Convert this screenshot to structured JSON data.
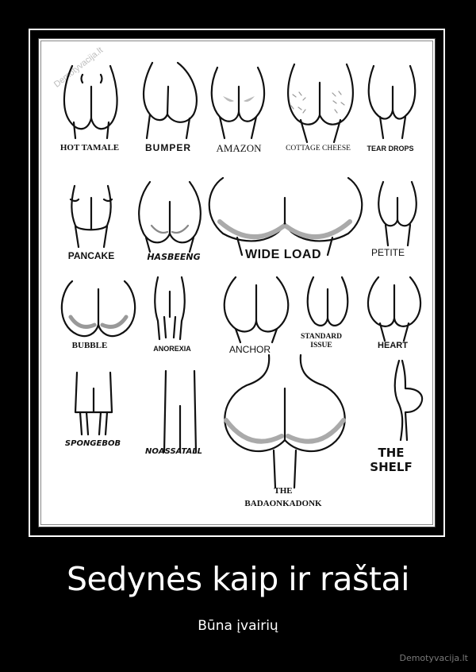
{
  "watermark": "Demotyvacija.lt",
  "labels": {
    "hot_tamale": "HOT TAMALE",
    "bumper": "BUMPER",
    "amazon": "AMAZON",
    "cottage_cheese": "COTTAGE CHEESE",
    "tear_drops": "TEAR DROPS",
    "pancake": "PANCAKE",
    "hasbeeng": "HASBEENG",
    "wide_load": "WIDE LOAD",
    "petite": "PETITE",
    "bubble": "BUBBLE",
    "anorexia": "ANOREXIA",
    "anchor": "ANCHOR",
    "standard_issue_1": "STANDARD",
    "standard_issue_2": "ISSUE",
    "heart": "HEART",
    "spongebob": "SPONGEBOB",
    "noassatall": "NOASSATALL",
    "badaonkadonk_1": "THE",
    "badaonkadonk_2": "BADAONKADONK",
    "the_shelf_1": "THE",
    "the_shelf_2": "SHELF"
  },
  "caption": {
    "title": "Sedynės kaip ir raštai",
    "subtitle": "Būna įvairių"
  },
  "footer": "Demotyvacija.lt"
}
